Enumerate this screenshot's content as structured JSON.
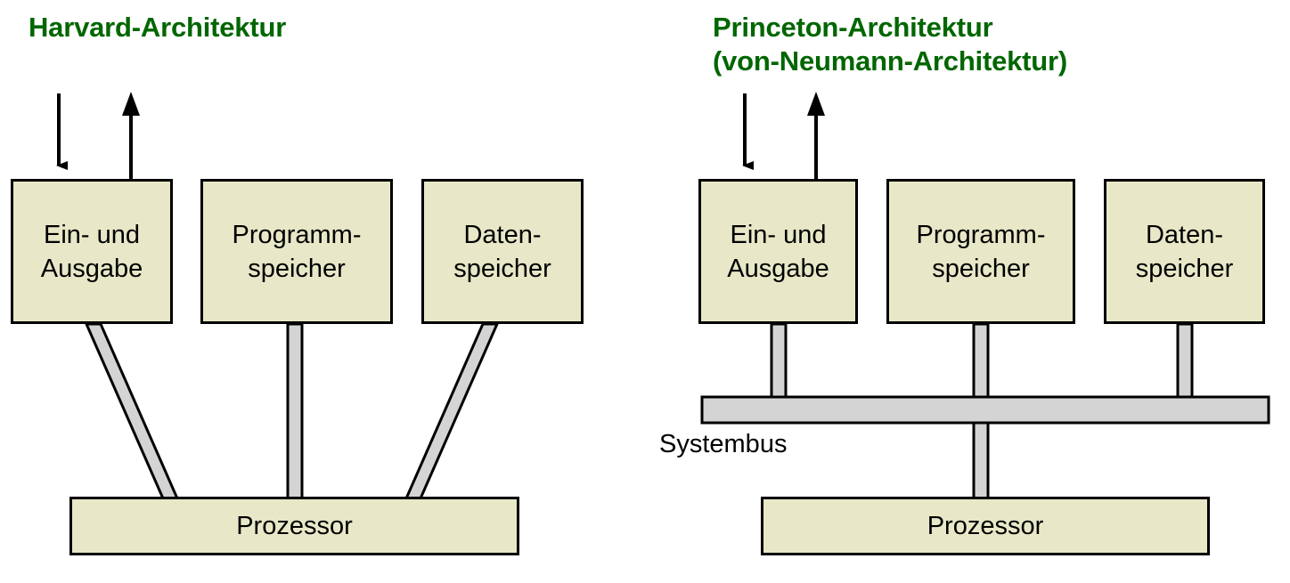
{
  "diagram": {
    "background_color": "#ffffff",
    "box_fill_color": "#e8e8c8",
    "box_border_color": "#000000",
    "bus_fill_color": "#d4d4d4",
    "title_color": "#006600"
  },
  "left_panel": {
    "title": "Harvard-Architektur",
    "boxes": [
      {
        "line1": "Ein- und",
        "line2": "Ausgabe"
      },
      {
        "line1": "Programm-",
        "line2": "speicher"
      },
      {
        "line1": "Daten-",
        "line2": "speicher"
      }
    ],
    "processor": {
      "label": "Prozessor"
    },
    "arrows": [
      {
        "name": "input-arrow",
        "direction": "down"
      },
      {
        "name": "output-arrow",
        "direction": "up"
      }
    ]
  },
  "right_panel": {
    "title_line1": "Princeton-Architektur",
    "title_line2": "(von-Neumann-Architektur)",
    "boxes": [
      {
        "line1": "Ein- und",
        "line2": "Ausgabe"
      },
      {
        "line1": "Programm-",
        "line2": "speicher"
      },
      {
        "line1": "Daten-",
        "line2": "speicher"
      }
    ],
    "processor": {
      "label": "Prozessor"
    },
    "bus_label": "Systembus",
    "arrows": [
      {
        "name": "input-arrow",
        "direction": "down"
      },
      {
        "name": "output-arrow",
        "direction": "up"
      }
    ]
  }
}
